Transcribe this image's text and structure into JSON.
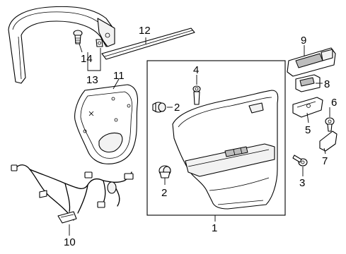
{
  "callouts": {
    "c1": "1",
    "c2a": "2",
    "c2b": "2",
    "c3": "3",
    "c4": "4",
    "c5": "5",
    "c6": "6",
    "c7": "7",
    "c8": "8",
    "c9": "9",
    "c10": "10",
    "c11": "11",
    "c12": "12",
    "c13": "13",
    "c14": "14"
  },
  "colors": {
    "line": "#000000",
    "background": "#ffffff",
    "shade": "#bdbdbd"
  }
}
